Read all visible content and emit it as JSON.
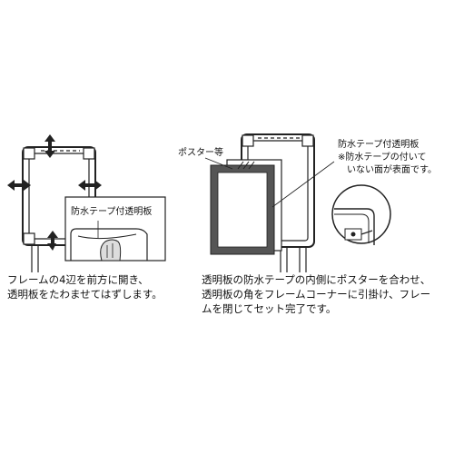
{
  "left_panel": {
    "inset_label": "防水テープ付透明板",
    "caption_lines": [
      "フレームの4辺を前方に開き、",
      "透明板をたわませてはずします。"
    ]
  },
  "right_panel": {
    "poster_label": "ポスター等",
    "sheet_label_lines": [
      "防水テープ付透明板",
      "※防水テープの付いて",
      "　いない面が表面です。"
    ],
    "caption_lines": [
      "透明板の防水テープの内側にポスターを合わせ、",
      "透明板の角をフレームコーナーに引掛け、フレー",
      "ムを閉じてセット完了です。"
    ]
  }
}
